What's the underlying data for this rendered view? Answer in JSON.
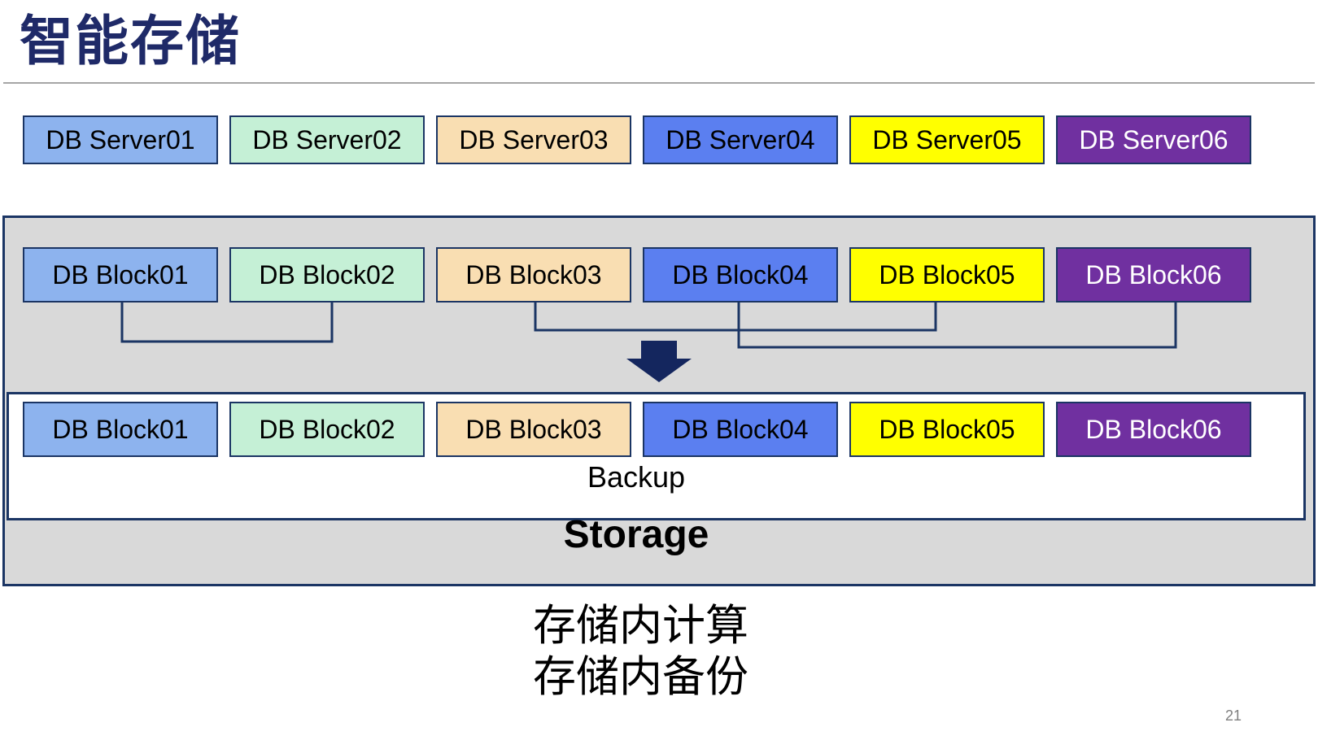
{
  "title": "智能存储",
  "captions": [
    "存储内计算",
    "存储内备份"
  ],
  "labels": {
    "backup": "Backup",
    "storage": "Storage"
  },
  "page_number": "21",
  "colors": {
    "navy": "#1B3564",
    "title": "#1F2A68",
    "arrow": "#14265E",
    "gray": "#D9D9D9",
    "divider": "#A6A6A6"
  },
  "rows": {
    "servers": [
      {
        "label": "DB Server01",
        "bg": "#8DB3EE",
        "fg": "#000000"
      },
      {
        "label": "DB Server02",
        "bg": "#C5F0D6",
        "fg": "#000000"
      },
      {
        "label": "DB Server03",
        "bg": "#F9DEB2",
        "fg": "#000000"
      },
      {
        "label": "DB Server04",
        "bg": "#5B7FF0",
        "fg": "#000000"
      },
      {
        "label": "DB Server05",
        "bg": "#FFFF00",
        "fg": "#000000"
      },
      {
        "label": "DB Server06",
        "bg": "#7030A0",
        "fg": "#FFFFFF"
      }
    ],
    "blocks_upper": [
      {
        "label": "DB Block01",
        "bg": "#8DB3EE",
        "fg": "#000000"
      },
      {
        "label": "DB Block02",
        "bg": "#C5F0D6",
        "fg": "#000000"
      },
      {
        "label": "DB Block03",
        "bg": "#F9DEB2",
        "fg": "#000000"
      },
      {
        "label": "DB Block04",
        "bg": "#5B7FF0",
        "fg": "#000000"
      },
      {
        "label": "DB Block05",
        "bg": "#FFFF00",
        "fg": "#000000"
      },
      {
        "label": "DB Block06",
        "bg": "#7030A0",
        "fg": "#FFFFFF"
      }
    ],
    "blocks_lower": [
      {
        "label": "DB Block01",
        "bg": "#8DB3EE",
        "fg": "#000000"
      },
      {
        "label": "DB Block02",
        "bg": "#C5F0D6",
        "fg": "#000000"
      },
      {
        "label": "DB Block03",
        "bg": "#F9DEB2",
        "fg": "#000000"
      },
      {
        "label": "DB Block04",
        "bg": "#5B7FF0",
        "fg": "#000000"
      },
      {
        "label": "DB Block05",
        "bg": "#FFFF00",
        "fg": "#000000"
      },
      {
        "label": "DB Block06",
        "bg": "#7030A0",
        "fg": "#FFFFFF"
      }
    ]
  }
}
